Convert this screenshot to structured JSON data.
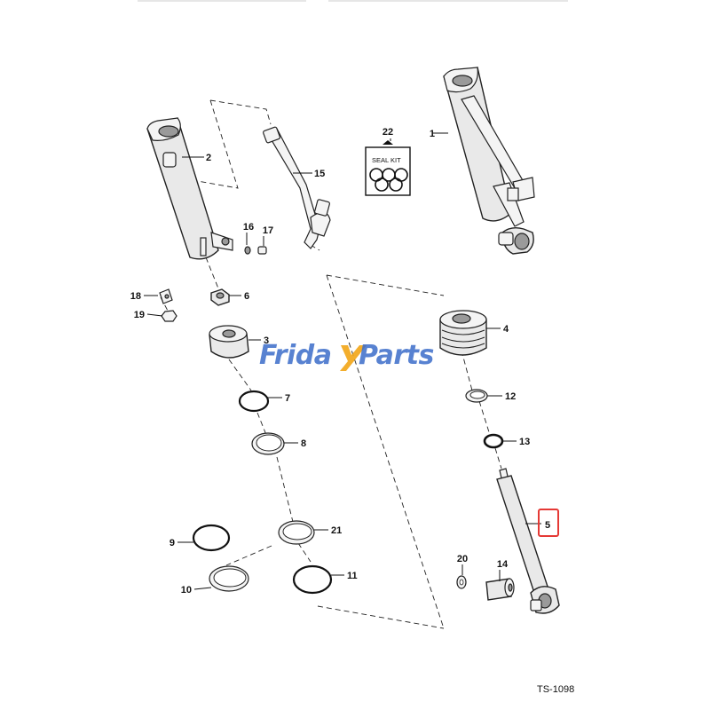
{
  "diagram": {
    "callouts": {
      "c1": "1",
      "c2": "2",
      "c3": "3",
      "c4": "4",
      "c5": "5",
      "c6": "6",
      "c7": "7",
      "c8": "8",
      "c9": "9",
      "c10": "10",
      "c11": "11",
      "c12": "12",
      "c13": "13",
      "c14": "14",
      "c15": "15",
      "c16": "16",
      "c17": "17",
      "c18": "18",
      "c19": "19",
      "c20": "20",
      "c21": "21",
      "c22": "22"
    },
    "seal_kit_label": "SEAL KIT",
    "highlighted_part": "5",
    "reference_code": "TS-1098"
  },
  "watermark": {
    "part1": "Frida",
    "part2": "Parts",
    "color_primary": "#3b6cc9",
    "color_accent": "#f2a516"
  },
  "colors": {
    "highlight": "#e53935"
  }
}
